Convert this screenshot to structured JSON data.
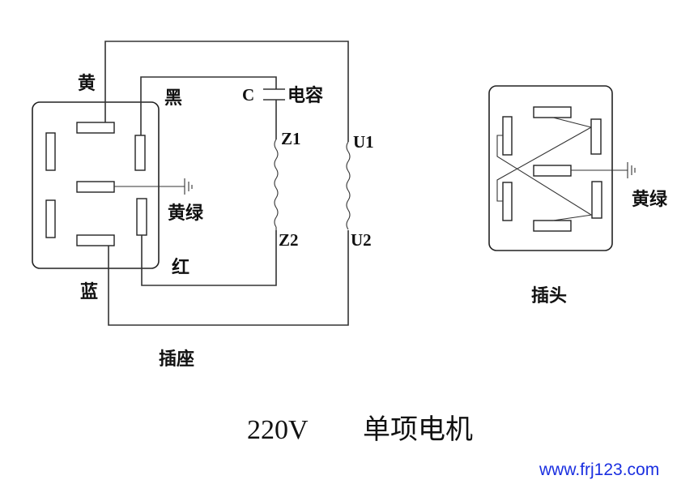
{
  "title": {
    "voltage": "220V",
    "name": "单项电机"
  },
  "watermark": "www.frj123.com",
  "socket": {
    "caption": "插座",
    "wire_labels": {
      "yellow": "黄",
      "black": "黑",
      "yellow_green": "黄绿",
      "red": "红",
      "blue": "蓝"
    }
  },
  "motor": {
    "capacitor_symbol": "C",
    "capacitor_label": "电容",
    "aux_winding_start": "Z1",
    "aux_winding_end": "Z2",
    "main_winding_start": "U1",
    "main_winding_end": "U2"
  },
  "plug": {
    "caption": "插头",
    "ground_label": "黄绿"
  },
  "colors": {
    "line": "#333333",
    "text": "#111111",
    "watermark": "#1a2fe0"
  }
}
